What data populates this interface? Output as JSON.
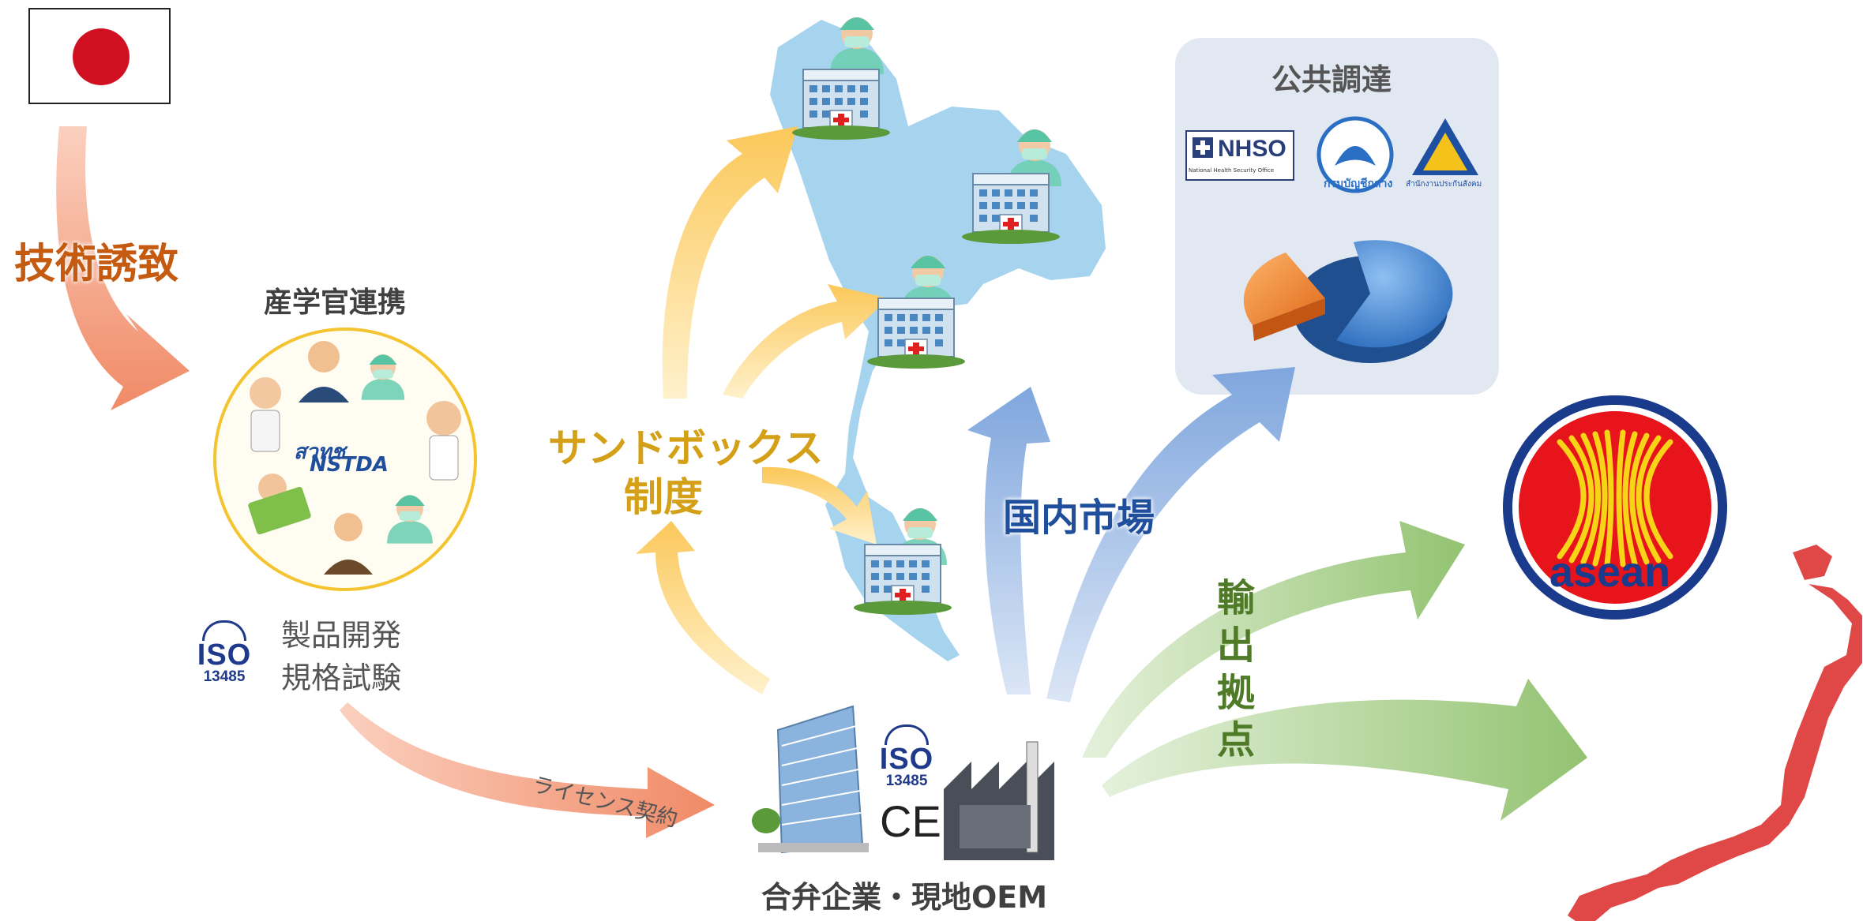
{
  "labels": {
    "tech_invite": "技術誘致",
    "collaboration": "産学官連携",
    "nstda_thai": "สวทช",
    "nstda": "NSTDA",
    "product_dev": "製品開発",
    "standards_test": "規格試験",
    "license": "ライセンス契約",
    "sandbox_1": "サンドボックス",
    "sandbox_2": "制度",
    "domestic": "国内市場",
    "public_procurement": "公共調達",
    "export_base": "輸出拠点",
    "jv_oem": "合弁企業・現地OEM"
  },
  "iso_badge": {
    "word": "ISO",
    "number": "13485"
  },
  "ce_mark": "CE",
  "procurement_logos": {
    "nhso_name": "NHSO",
    "nhso_sub": "National Health Security Office",
    "cgd_caption": "กรมบัญชีกลาง",
    "sso_caption": "สำนักงานประกันสังคม"
  },
  "asean_text": "asean",
  "colors": {
    "salmon_arrow": "#f4a283",
    "yellow_arrow": "#fbd27a",
    "blue_arrow": "#8fb2e3",
    "green_arrow": "#a8d08d",
    "sandbox_text": "#d4a017",
    "domestic_text": "#1f4e9c",
    "export_text": "#4f7a28",
    "tech_text": "#c55a11",
    "thailand_map": "#a6d4ee",
    "japan_map": "#e04848",
    "japan_flag_red": "#d01020",
    "asean_red": "#e8141b",
    "asean_blue": "#1a3a8c",
    "asean_yellow": "#f7d417"
  },
  "icons": [
    "japan-flag-icon",
    "hospital-icon",
    "doctor-icon",
    "pie-chart-icon",
    "asean-emblem-icon",
    "japan-map-icon",
    "factory-icon",
    "office-building-icon",
    "iso-badge-icon",
    "ce-mark-icon"
  ]
}
